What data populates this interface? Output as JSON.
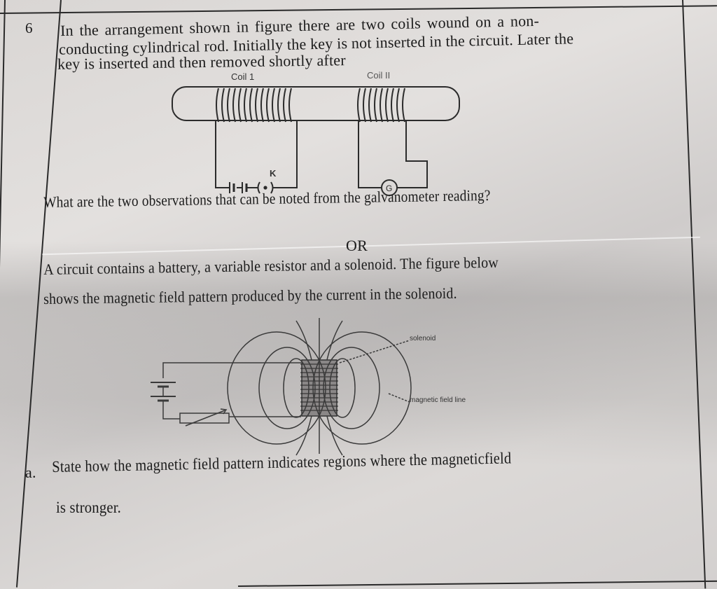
{
  "question": {
    "number": "6",
    "intro_lines": [
      "In the arrangement shown in figure there are two coils wound on a non-",
      "conducting cylindrical rod. Initially the key is not inserted in the circuit. Later the",
      "key is inserted and then removed shortly after"
    ],
    "figure1": {
      "coil1_label": "Coil 1",
      "coil2_label": "Coil II",
      "key_label": "K",
      "galvanometer_symbol": "G"
    },
    "prompt": "What are the two observations that can be noted from the galvanometer reading?",
    "or_label": "OR",
    "alt_lines": [
      "A circuit contains a battery, a variable resistor and a solenoid. The figure below",
      "shows the magnetic field pattern produced by the current in the solenoid."
    ],
    "figure2": {
      "solenoid_label": "solenoid",
      "field_line_label": "magnetic field line"
    },
    "part_a": {
      "marker": "a.",
      "lines": [
        "State how the magnetic field pattern indicates regions where the magneticfield",
        "is stronger."
      ]
    }
  }
}
